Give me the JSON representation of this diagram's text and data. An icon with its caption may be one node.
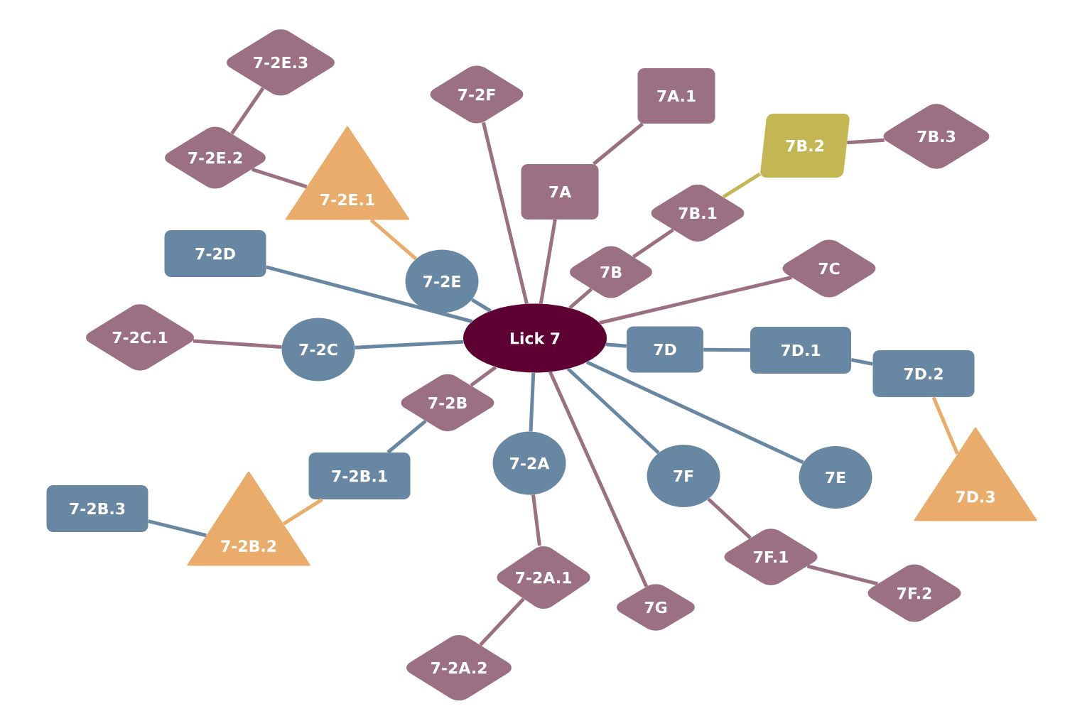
{
  "diagram": {
    "nodes": [
      {
        "text": [
          "Lick 7"
        ]
      },
      {
        "text": [
          "7A"
        ]
      },
      {
        "text": [
          "7A.1"
        ]
      },
      {
        "text": [
          "7B"
        ]
      },
      {
        "text": [
          "7B.1"
        ]
      },
      {
        "text": [
          "7B.2"
        ]
      },
      {
        "text": [
          "7B.3"
        ]
      },
      {
        "text": [
          "7C"
        ]
      },
      {
        "text": [
          "7D"
        ]
      },
      {
        "text": [
          "7D.1"
        ]
      },
      {
        "text": [
          "7D.2"
        ]
      },
      {
        "text": [
          "7D.3"
        ]
      },
      {
        "text": [
          "7E"
        ]
      },
      {
        "text": [
          "7F"
        ]
      },
      {
        "text": [
          "7F.1"
        ]
      },
      {
        "text": [
          "7F.2"
        ]
      },
      {
        "text": [
          "7G"
        ]
      },
      {
        "text": [
          "7-2A"
        ]
      },
      {
        "text": [
          "7-2A.1"
        ]
      },
      {
        "text": [
          "7-2A.2"
        ]
      },
      {
        "text": [
          "7-2B"
        ]
      },
      {
        "text": [
          "7-2B.1"
        ]
      },
      {
        "text": [
          "7-2B.2"
        ]
      },
      {
        "text": [
          "7-2B.3"
        ]
      },
      {
        "text": [
          "7-2C"
        ]
      },
      {
        "text": [
          "7-2C.1"
        ]
      },
      {
        "text": [
          "7-2D"
        ]
      },
      {
        "text": [
          "7-2E"
        ]
      },
      {
        "text": [
          "7-2E.1"
        ]
      },
      {
        "text": [
          "7-2E.2"
        ]
      },
      {
        "text": [
          "7-2E.3"
        ]
      },
      {
        "text": [
          "7-2F"
        ]
      }
    ],
    "edges": [
      {
        "from": 0,
        "to": 1,
        "arrow": "none"
      },
      {
        "from": 1,
        "to": 2,
        "arrow": "none"
      },
      {
        "from": 0,
        "to": 3,
        "arrow": "none"
      },
      {
        "from": 3,
        "to": 4,
        "arrow": "none"
      },
      {
        "from": 4,
        "to": 5,
        "arrow": "none",
        "color": "#c4b753"
      },
      {
        "from": 5,
        "to": 6,
        "arrow": "none"
      },
      {
        "from": 0,
        "to": 7,
        "arrow": "none"
      },
      {
        "from": 0,
        "to": 8,
        "arrow": "none",
        "color": "#6887a3"
      },
      {
        "from": 8,
        "to": 9,
        "arrow": "none",
        "color": "#6887a3"
      },
      {
        "from": 9,
        "to": 10,
        "arrow": "none",
        "color": "#6887a3"
      },
      {
        "from": 10,
        "to": 11,
        "arrow": "none",
        "color": "#e9ac6a"
      },
      {
        "from": 0,
        "to": 12,
        "arrow": "none",
        "color": "#6887a3"
      },
      {
        "from": 0,
        "to": 13,
        "arrow": "none",
        "color": "#6887a3"
      },
      {
        "from": 13,
        "to": 14,
        "arrow": "none"
      },
      {
        "from": 14,
        "to": 15,
        "arrow": "none"
      },
      {
        "from": 0,
        "to": 16,
        "arrow": "none"
      },
      {
        "from": 0,
        "to": 17,
        "arrow": "none",
        "color": "#6887a3"
      },
      {
        "from": 17,
        "to": 18,
        "arrow": "none"
      },
      {
        "from": 18,
        "to": 19,
        "arrow": "none"
      },
      {
        "from": 0,
        "to": 20,
        "arrow": "none"
      },
      {
        "from": 20,
        "to": 21,
        "arrow": "none",
        "color": "#6887a3"
      },
      {
        "from": 21,
        "to": 22,
        "arrow": "none",
        "color": "#e9ac6a"
      },
      {
        "from": 22,
        "to": 23,
        "arrow": "none",
        "color": "#6887a3"
      },
      {
        "from": 0,
        "to": 24,
        "arrow": "none",
        "color": "#6887a3"
      },
      {
        "from": 24,
        "to": 25,
        "arrow": "none"
      },
      {
        "from": 0,
        "to": 26,
        "arrow": "none",
        "color": "#6887a3"
      },
      {
        "from": 0,
        "to": 27,
        "arrow": "none",
        "color": "#6887a3"
      },
      {
        "from": 27,
        "to": 28,
        "arrow": "none",
        "color": "#e9ac6a"
      },
      {
        "from": 28,
        "to": 29,
        "arrow": "none"
      },
      {
        "from": 29,
        "to": 30,
        "arrow": "none"
      },
      {
        "from": 0,
        "to": 31,
        "arrow": "none"
      }
    ]
  }
}
